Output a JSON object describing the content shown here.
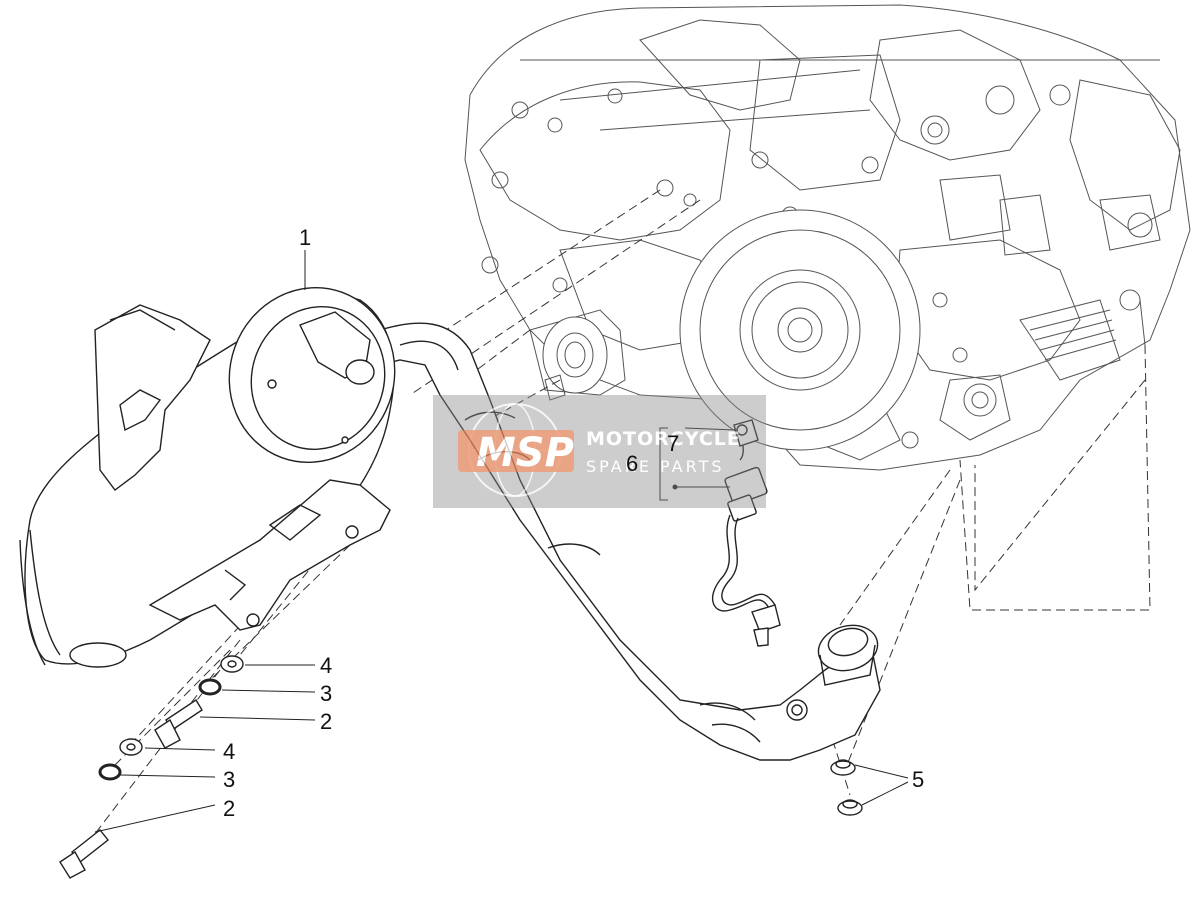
{
  "callouts": {
    "c1": "1",
    "c2a": "2",
    "c2b": "2",
    "c3a": "3",
    "c3b": "3",
    "c4a": "4",
    "c4b": "4",
    "c5": "5",
    "c6": "6",
    "c7": "7"
  },
  "watermark": {
    "logo": "MSP",
    "title": "MOTORCYCLE",
    "subtitle": "SPARE PARTS"
  }
}
